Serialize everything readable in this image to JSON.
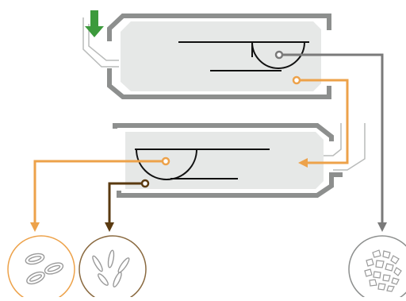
{
  "diagram": {
    "colors": {
      "housing_fill": "#e6e8e7",
      "housing_frame": "#8d8f8e",
      "frame_light": "#b9bbba",
      "inlet_arrow": "#3c9a3c",
      "line_black": "#111111",
      "line_grey": "#7a7a7a",
      "line_orange": "#eda24a",
      "line_brown": "#5a3a10",
      "circle_orange": "#eda24a",
      "circle_brown": "#8a6a40",
      "circle_grey": "#8d8f8e"
    },
    "stages": [
      {
        "id": "upper-separator"
      },
      {
        "id": "lower-separator"
      }
    ],
    "outputs": [
      {
        "id": "output-orange",
        "content": "grains"
      },
      {
        "id": "output-brown",
        "content": "chaff"
      },
      {
        "id": "output-grey",
        "content": "stones"
      }
    ],
    "icons": [
      "down-arrow-icon",
      "scoop-icon",
      "grains-icon",
      "chaff-icon",
      "stones-icon"
    ]
  }
}
